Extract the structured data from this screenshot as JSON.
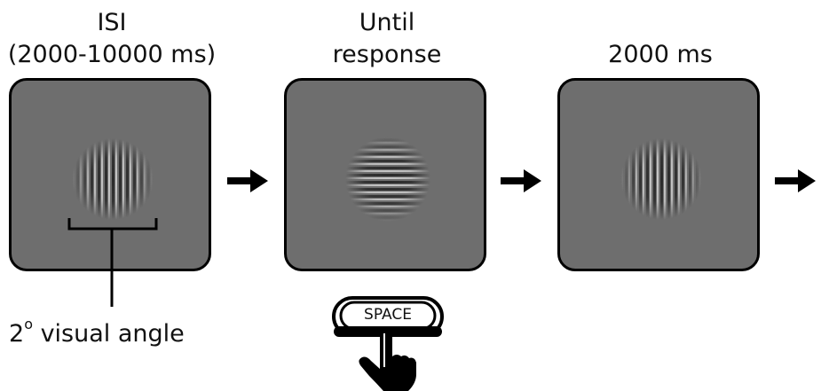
{
  "stages": [
    {
      "label_lines": [
        "ISI",
        "(2000-10000 ms)"
      ],
      "grating": "vertical"
    },
    {
      "label_lines": [
        "Until",
        "response"
      ],
      "grating": "horizontal"
    },
    {
      "label_lines": [
        "2000 ms"
      ],
      "grating": "vertical"
    }
  ],
  "visual_angle": {
    "value": "2",
    "degree_mark": "o",
    "text": "visual angle"
  },
  "response_key": {
    "label": "SPACE",
    "icon": "hand-pointer-icon"
  },
  "colors": {
    "panel": "#6e6e6e",
    "outline": "#000000",
    "arrow": "#000000"
  }
}
